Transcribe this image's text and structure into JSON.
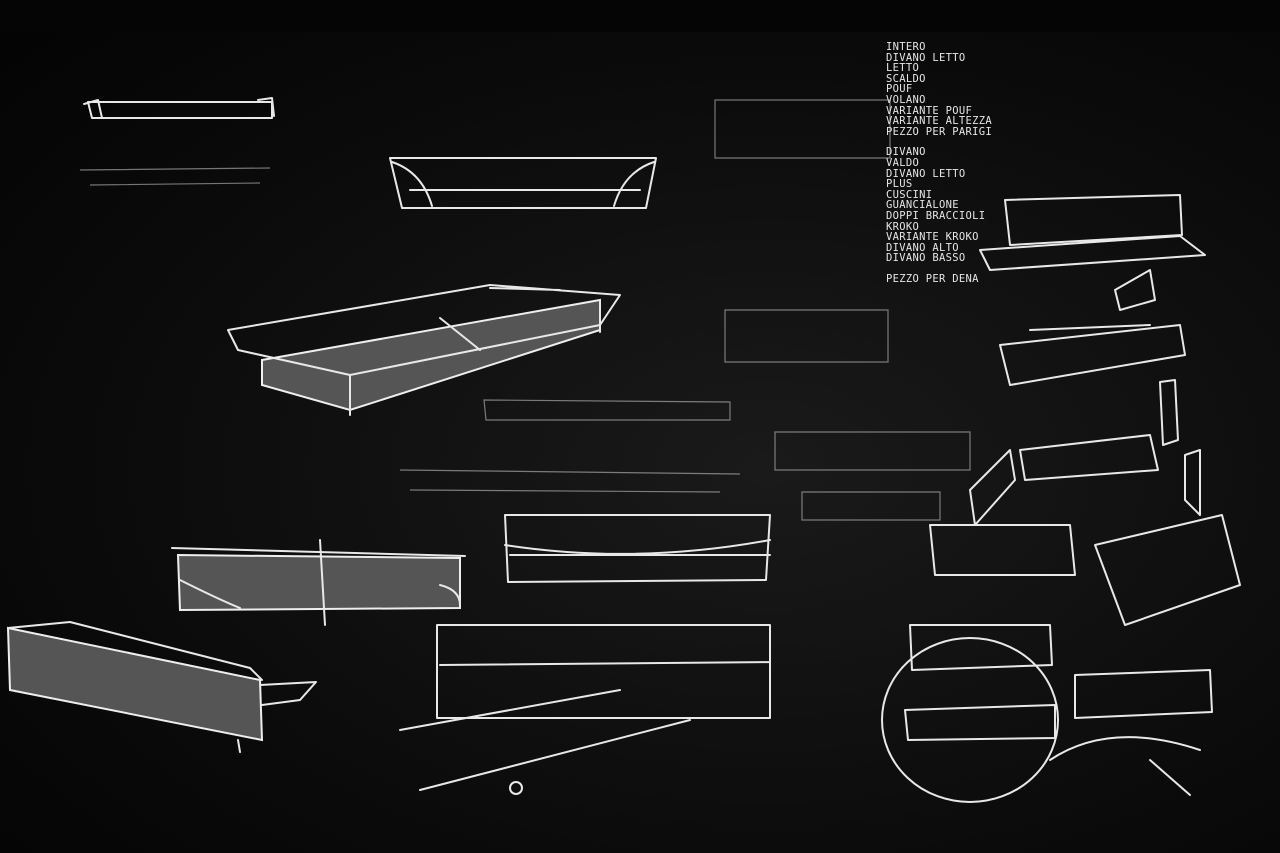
{
  "notes": {
    "group1": [
      "INTERO",
      "DIVANO LETTO",
      "LETTO",
      "SCALDO",
      "POUF",
      "VOLANO",
      "VARIANTE POUF",
      "VARIANTE ALTEZZA",
      "PEZZO PER PARIGI"
    ],
    "group2": [
      "DIVANO",
      "VALDO",
      "DIVANO LETTO",
      "PLUS",
      "CUSCINI",
      "GUANCIALONE",
      "DOPPI BRACCIOLI",
      "KROKO",
      "VARIANTE KROKO",
      "DIVANO ALTO",
      "DIVANO BASSO"
    ],
    "footer": "PEZZO PER DENA"
  },
  "colors": {
    "background": "#000000",
    "chalk": "#e8e8e8",
    "fill": "#555555"
  }
}
